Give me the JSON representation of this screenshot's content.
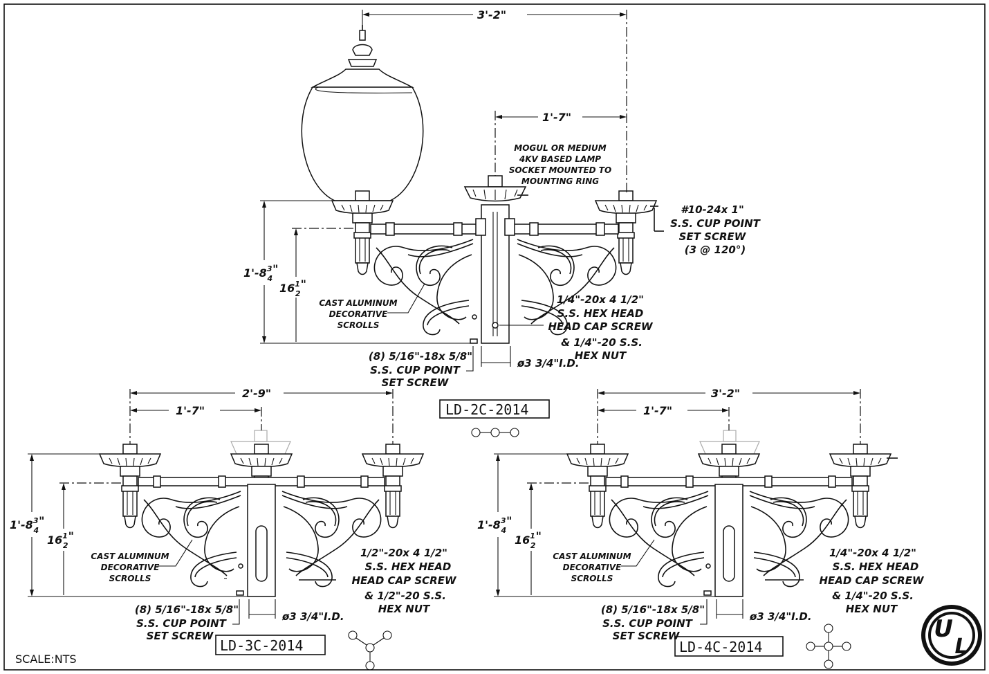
{
  "sheet": {
    "scale_label": "SCALE:NTS"
  },
  "top_fixture": {
    "model": "LD-2C-2014",
    "dim_overall": "3'-2\"",
    "dim_arm": "1'-7\"",
    "dim_height_whole": "1'-8",
    "dim_height_frac_num": "3",
    "dim_height_frac_den": "4",
    "dim_height_tail": "\"",
    "dim_arm_height_whole": "16",
    "dim_arm_height_frac_num": "1",
    "dim_arm_height_frac_den": "2",
    "dim_arm_height_tail": "\"",
    "socket_note": [
      "MOGUL OR MEDIUM",
      "4KV BASED LAMP",
      "SOCKET MOUNTED TO",
      "MOUNTING RING"
    ],
    "setscrew_note": [
      "#10-24x 1\"",
      "S.S. CUP POINT",
      "SET SCREW",
      "(3 @ 120°)"
    ],
    "scroll_note": [
      "CAST ALUMINUM",
      "DECORATIVE",
      "SCROLLS"
    ],
    "capscrew_note": [
      "1/4\"-20x 4 1/2\"",
      "S.S. HEX HEAD",
      "HEAD CAP SCREW",
      "& 1/4\"-20 S.S.",
      "HEX NUT"
    ],
    "cuppoint_note": [
      "(8) 5/16\"-18x 5/8\"",
      "S.S. CUP POINT",
      "SET SCREW"
    ],
    "id_note": "ø3 3/4\"I.D."
  },
  "left_fixture": {
    "model": "LD-3C-2014",
    "dim_overall": "2'-9\"",
    "dim_arm": "1'-7\"",
    "dim_height_whole": "1'-8",
    "dim_height_frac_num": "3",
    "dim_height_frac_den": "4",
    "dim_height_tail": "\"",
    "dim_arm_height_whole": "16",
    "dim_arm_height_frac_num": "1",
    "dim_arm_height_frac_den": "2",
    "dim_arm_height_tail": "\"",
    "scroll_note": [
      "CAST ALUMINUM",
      "DECORATIVE",
      "SCROLLS"
    ],
    "capscrew_note": [
      "1/2\"-20x 4 1/2\"",
      "S.S. HEX HEAD",
      "HEAD CAP SCREW",
      "& 1/2\"-20 S.S.",
      "HEX NUT"
    ],
    "cuppoint_note": [
      "(8) 5/16\"-18x 5/8\"",
      "S.S. CUP POINT",
      "SET SCREW"
    ],
    "id_note": "ø3 3/4\"I.D."
  },
  "right_fixture": {
    "model": "LD-4C-2014",
    "dim_overall": "3'-2\"",
    "dim_arm": "1'-7\"",
    "dim_height_whole": "1'-8",
    "dim_height_frac_num": "3",
    "dim_height_frac_den": "4",
    "dim_height_tail": "\"",
    "dim_arm_height_whole": "16",
    "dim_arm_height_frac_num": "1",
    "dim_arm_height_frac_den": "2",
    "dim_arm_height_tail": "\"",
    "scroll_note": [
      "CAST ALUMINUM",
      "DECORATIVE",
      "SCROLLS"
    ],
    "capscrew_note": [
      "1/4\"-20x 4 1/2\"",
      "S.S. HEX HEAD",
      "HEAD CAP SCREW",
      "& 1/4\"-20 S.S.",
      "HEX NUT"
    ],
    "cuppoint_note": [
      "(8) 5/16\"-18x 5/8\"",
      "S.S. CUP POINT",
      "SET SCREW"
    ],
    "id_note": "ø3 3/4\"I.D."
  },
  "ul_mark": {
    "letters": [
      "U",
      "L"
    ]
  },
  "colors": {
    "ink": "#111111",
    "ghost": "#aaaaaa",
    "paper": "#ffffff"
  }
}
